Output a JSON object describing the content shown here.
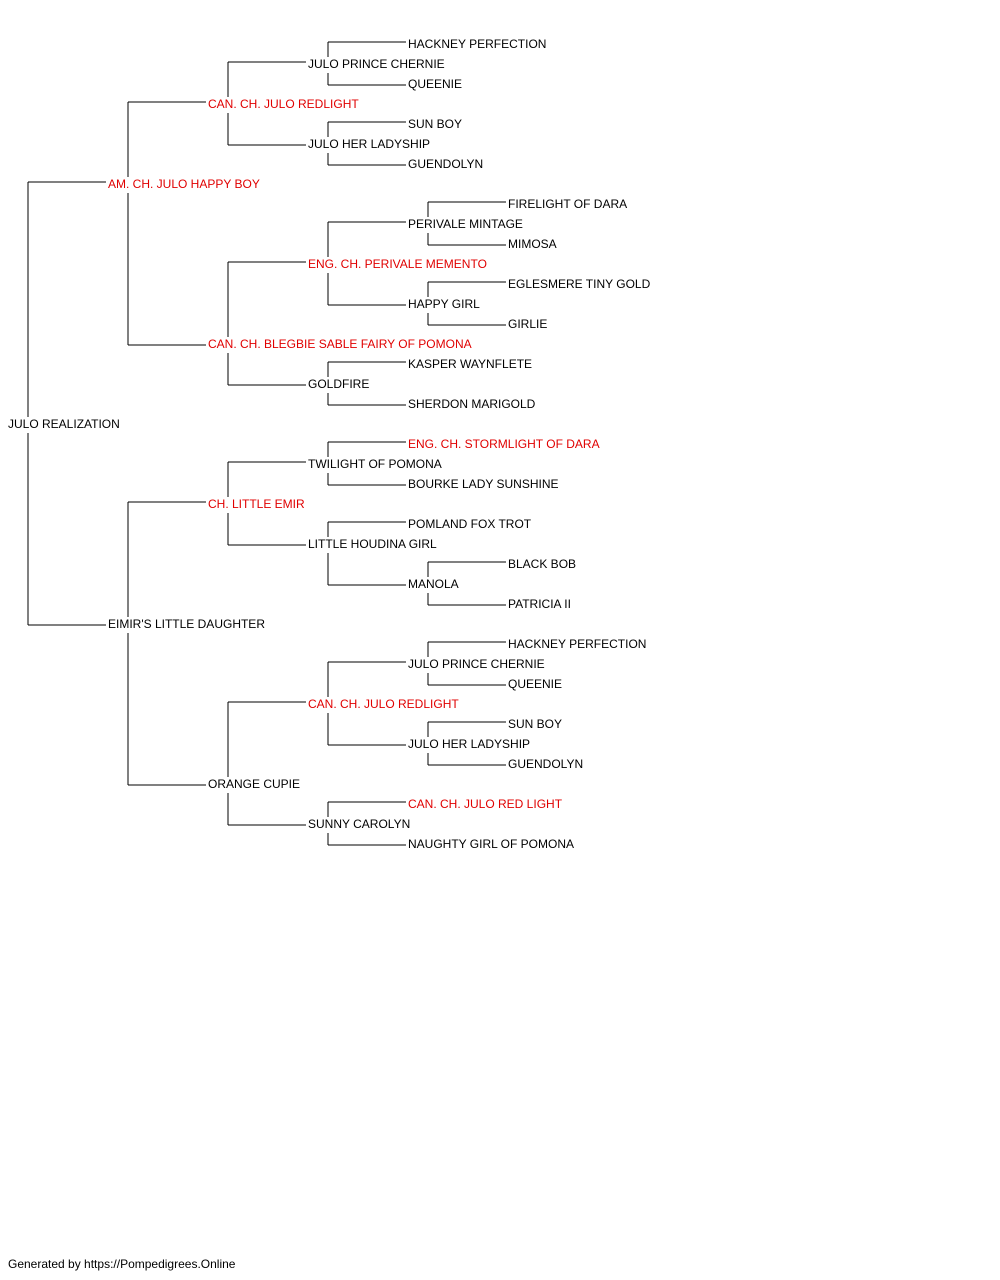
{
  "colors": {
    "normal": "#000000",
    "champion": "#e00000",
    "line": "#000000"
  },
  "footer": "Generated by https://Pompedigrees.Online",
  "pedigree": {
    "name": "JULO REALIZATION",
    "sire": {
      "name": "AM. CH. JULO HAPPY BOY",
      "champion": true,
      "sire": {
        "name": "CAN. CH. JULO REDLIGHT",
        "champion": true,
        "sire": {
          "name": "JULO PRINCE CHERNIE",
          "sire": {
            "name": "HACKNEY PERFECTION"
          },
          "dam": {
            "name": "QUEENIE"
          }
        },
        "dam": {
          "name": "JULO HER LADYSHIP",
          "sire": {
            "name": "SUN BOY"
          },
          "dam": {
            "name": "GUENDOLYN"
          }
        }
      },
      "dam": {
        "name": "CAN. CH. BLEGBIE SABLE FAIRY OF POMONA",
        "champion": true,
        "sire": {
          "name": "ENG. CH. PERIVALE MEMENTO",
          "champion": true,
          "sire": {
            "name": "PERIVALE MINTAGE",
            "sire": {
              "name": "FIRELIGHT OF DARA"
            },
            "dam": {
              "name": "MIMOSA"
            }
          },
          "dam": {
            "name": "HAPPY GIRL",
            "sire": {
              "name": "EGLESMERE TINY GOLD"
            },
            "dam": {
              "name": "GIRLIE"
            }
          }
        },
        "dam": {
          "name": "GOLDFIRE",
          "sire": {
            "name": "KASPER WAYNFLETE"
          },
          "dam": {
            "name": "SHERDON MARIGOLD"
          }
        }
      }
    },
    "dam": {
      "name": "EIMIR'S LITTLE DAUGHTER",
      "sire": {
        "name": "CH. LITTLE EMIR",
        "champion": true,
        "sire": {
          "name": "TWILIGHT OF POMONA",
          "sire": {
            "name": "ENG. CH. STORMLIGHT OF DARA",
            "champion": true
          },
          "dam": {
            "name": "BOURKE LADY SUNSHINE"
          }
        },
        "dam": {
          "name": "LITTLE HOUDINA GIRL",
          "sire": {
            "name": "POMLAND FOX TROT"
          },
          "dam": {
            "name": "MANOLA",
            "sire": {
              "name": "BLACK BOB"
            },
            "dam": {
              "name": "PATRICIA II"
            }
          }
        }
      },
      "dam": {
        "name": "ORANGE CUPIE",
        "sire": {
          "name": "CAN. CH. JULO REDLIGHT",
          "champion": true,
          "sire": {
            "name": "JULO PRINCE CHERNIE",
            "sire": {
              "name": "HACKNEY PERFECTION"
            },
            "dam": {
              "name": "QUEENIE"
            }
          },
          "dam": {
            "name": "JULO HER LADYSHIP",
            "sire": {
              "name": "SUN BOY"
            },
            "dam": {
              "name": "GUENDOLYN"
            }
          }
        },
        "dam": {
          "name": "SUNNY CAROLYN",
          "sire": {
            "name": "CAN. CH. JULO RED LIGHT",
            "champion": true
          },
          "dam": {
            "name": "NAUGHTY GIRL OF POMONA"
          }
        }
      }
    }
  }
}
